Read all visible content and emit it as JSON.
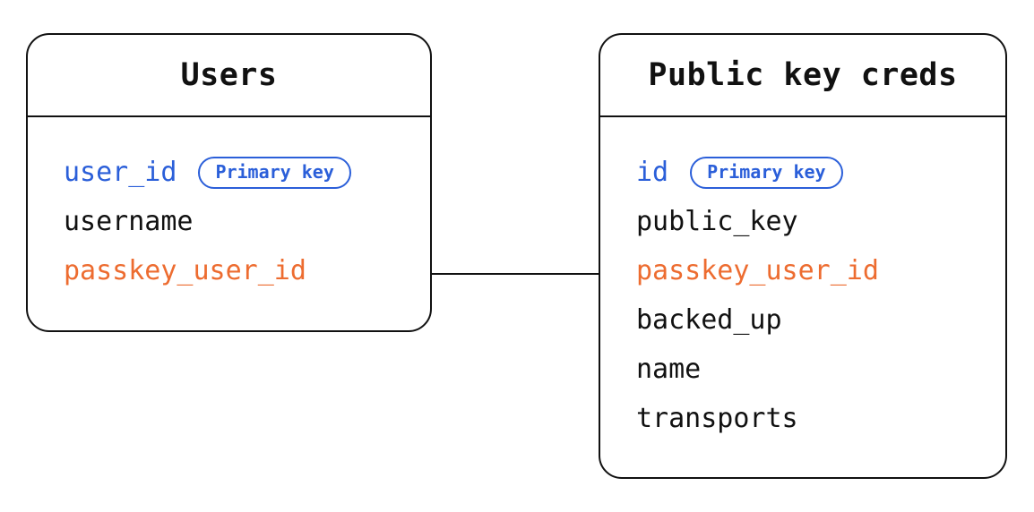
{
  "colors": {
    "ink": "#111111",
    "blue": "#2b5fd9",
    "orange": "#ed6c30"
  },
  "tables": [
    {
      "title": "Users",
      "fields": [
        {
          "name": "user_id",
          "color": "blue",
          "badge": "Primary key"
        },
        {
          "name": "username",
          "color": "ink"
        },
        {
          "name": "passkey_user_id",
          "color": "orange"
        }
      ]
    },
    {
      "title": "Public key creds",
      "fields": [
        {
          "name": "id",
          "color": "blue",
          "badge": "Primary key"
        },
        {
          "name": "public_key",
          "color": "ink"
        },
        {
          "name": "passkey_user_id",
          "color": "orange"
        },
        {
          "name": "backed_up",
          "color": "ink"
        },
        {
          "name": "name",
          "color": "ink"
        },
        {
          "name": "transports",
          "color": "ink"
        }
      ]
    }
  ],
  "relation": {
    "type": "line",
    "connects": [
      "Users",
      "Public key creds"
    ],
    "at_field": "passkey_user_id"
  }
}
